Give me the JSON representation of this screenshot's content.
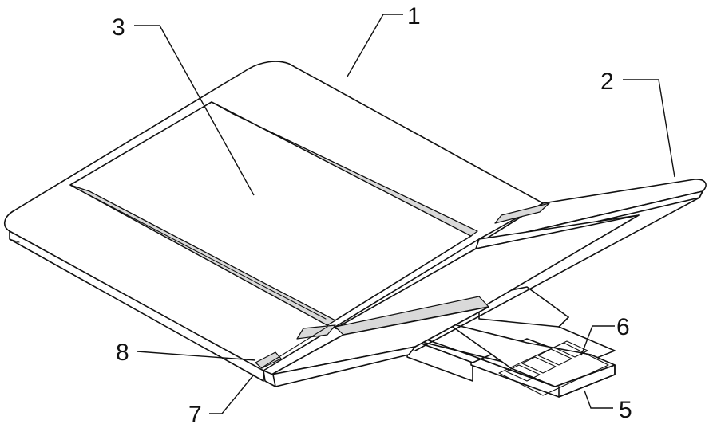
{
  "reference_numerals": {
    "n1": "1",
    "n2": "2",
    "n3": "3",
    "n5": "5",
    "n6": "6",
    "n7": "7",
    "n8": "8"
  }
}
